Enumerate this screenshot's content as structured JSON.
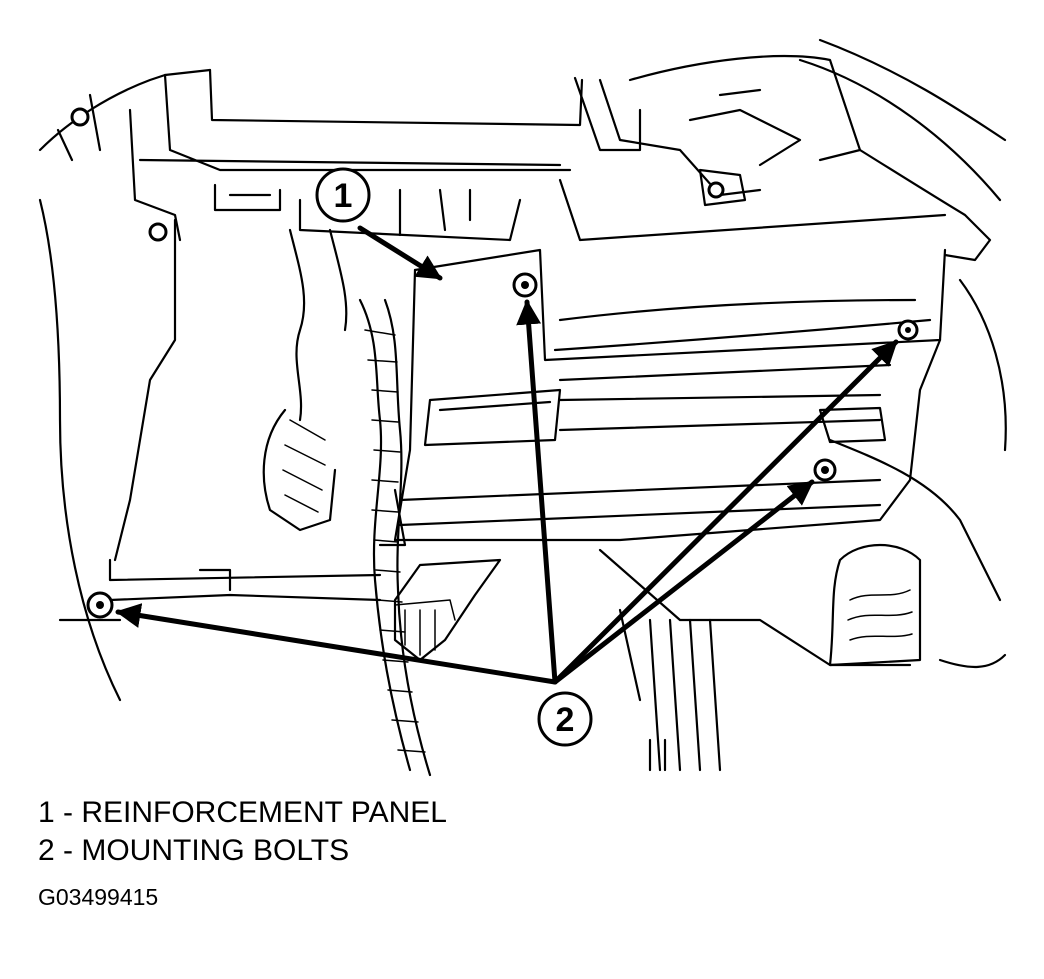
{
  "callouts": [
    {
      "number": "1"
    },
    {
      "number": "2"
    }
  ],
  "legend": [
    {
      "text": "1 - REINFORCEMENT PANEL"
    },
    {
      "text": "2 - MOUNTING BOLTS"
    }
  ],
  "figure_id": "G03499415",
  "colors": {
    "ink": "#000000",
    "paper": "#ffffff"
  }
}
